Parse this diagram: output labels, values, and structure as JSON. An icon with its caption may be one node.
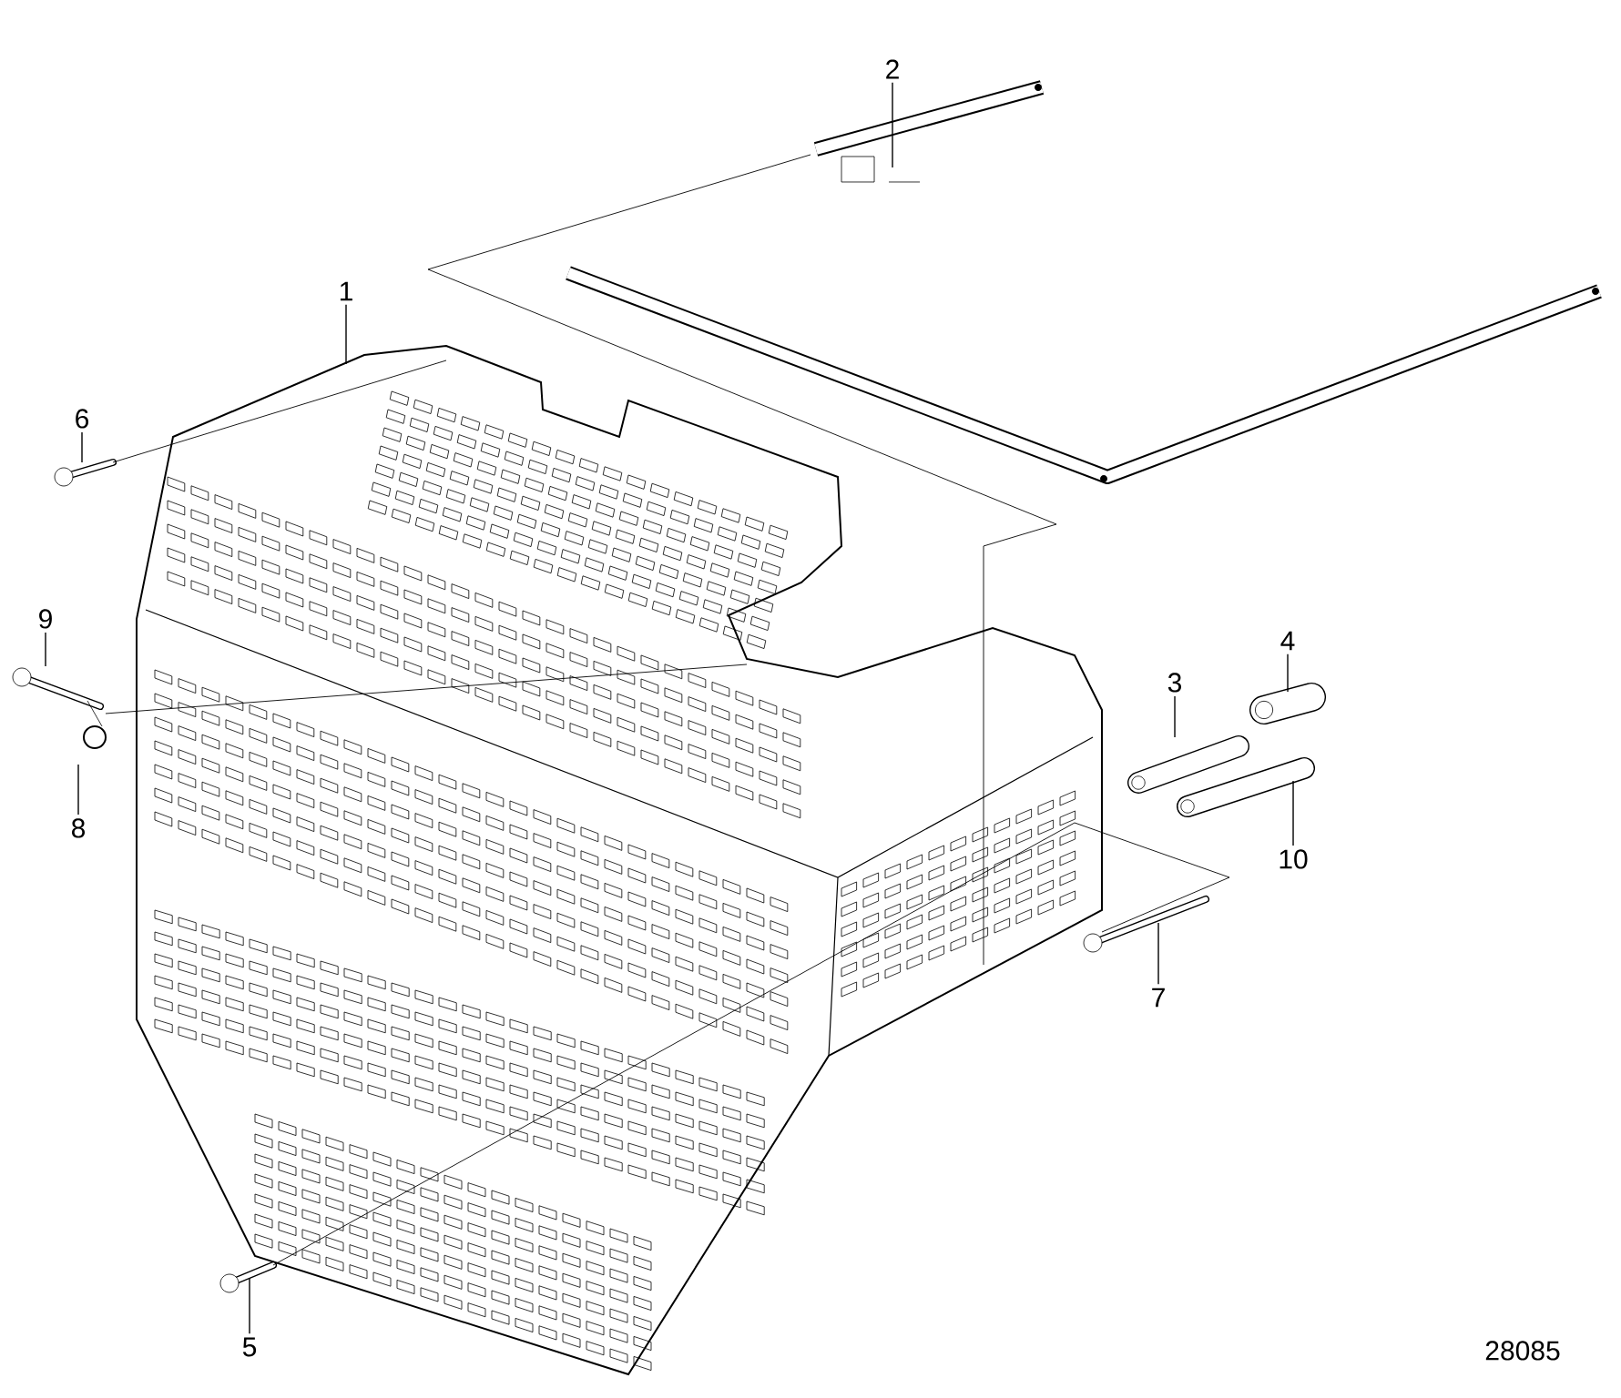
{
  "diagram": {
    "nodes": [
      {
        "text": [
          "2"
        ]
      },
      {
        "text": [
          "1"
        ]
      },
      {
        "text": [
          "6"
        ]
      },
      {
        "text": [
          "9"
        ]
      },
      {
        "text": [
          "4"
        ]
      },
      {
        "text": [
          "3"
        ]
      },
      {
        "text": [
          "8"
        ]
      },
      {
        "text": [
          "10"
        ]
      },
      {
        "text": [
          "7"
        ]
      },
      {
        "text": [
          "5"
        ]
      },
      {
        "text": [],
        "shape": "picture"
      },
      {
        "text": [],
        "shape": "picture"
      },
      {
        "text": [],
        "shape": "picture"
      },
      {
        "text": [],
        "shape": "picture"
      },
      {
        "text": [],
        "shape": "picture"
      },
      {
        "text": [],
        "shape": "picture"
      },
      {
        "text": [],
        "shape": "picture"
      },
      {
        "text": [],
        "shape": "picture"
      },
      {
        "text": [],
        "shape": "picture"
      },
      {
        "text": [],
        "shape": "picture"
      }
    ],
    "edges": [
      {
        "from": 0,
        "to": 10,
        "arrow": "none"
      },
      {
        "from": 1,
        "to": 11,
        "arrow": "none"
      },
      {
        "from": 2,
        "to": 12,
        "arrow": "none"
      },
      {
        "from": 3,
        "to": 13,
        "arrow": "none"
      },
      {
        "from": 4,
        "to": 14,
        "arrow": "none"
      },
      {
        "from": 5,
        "to": 15,
        "arrow": "none"
      },
      {
        "from": 6,
        "to": 16,
        "arrow": "none"
      },
      {
        "from": 7,
        "to": 17,
        "arrow": "none"
      },
      {
        "from": 8,
        "to": 18,
        "arrow": "none"
      },
      {
        "from": 9,
        "to": 19,
        "arrow": "none"
      },
      {
        "from": 10,
        "to": 11,
        "arrow": "none"
      },
      {
        "from": 12,
        "to": 11,
        "arrow": "none"
      },
      {
        "from": 16,
        "to": 11,
        "arrow": "none"
      },
      {
        "from": 19,
        "to": 11,
        "arrow": "none"
      },
      {
        "from": 18,
        "to": 11,
        "arrow": "none"
      }
    ],
    "labels": [
      "28085"
    ]
  }
}
